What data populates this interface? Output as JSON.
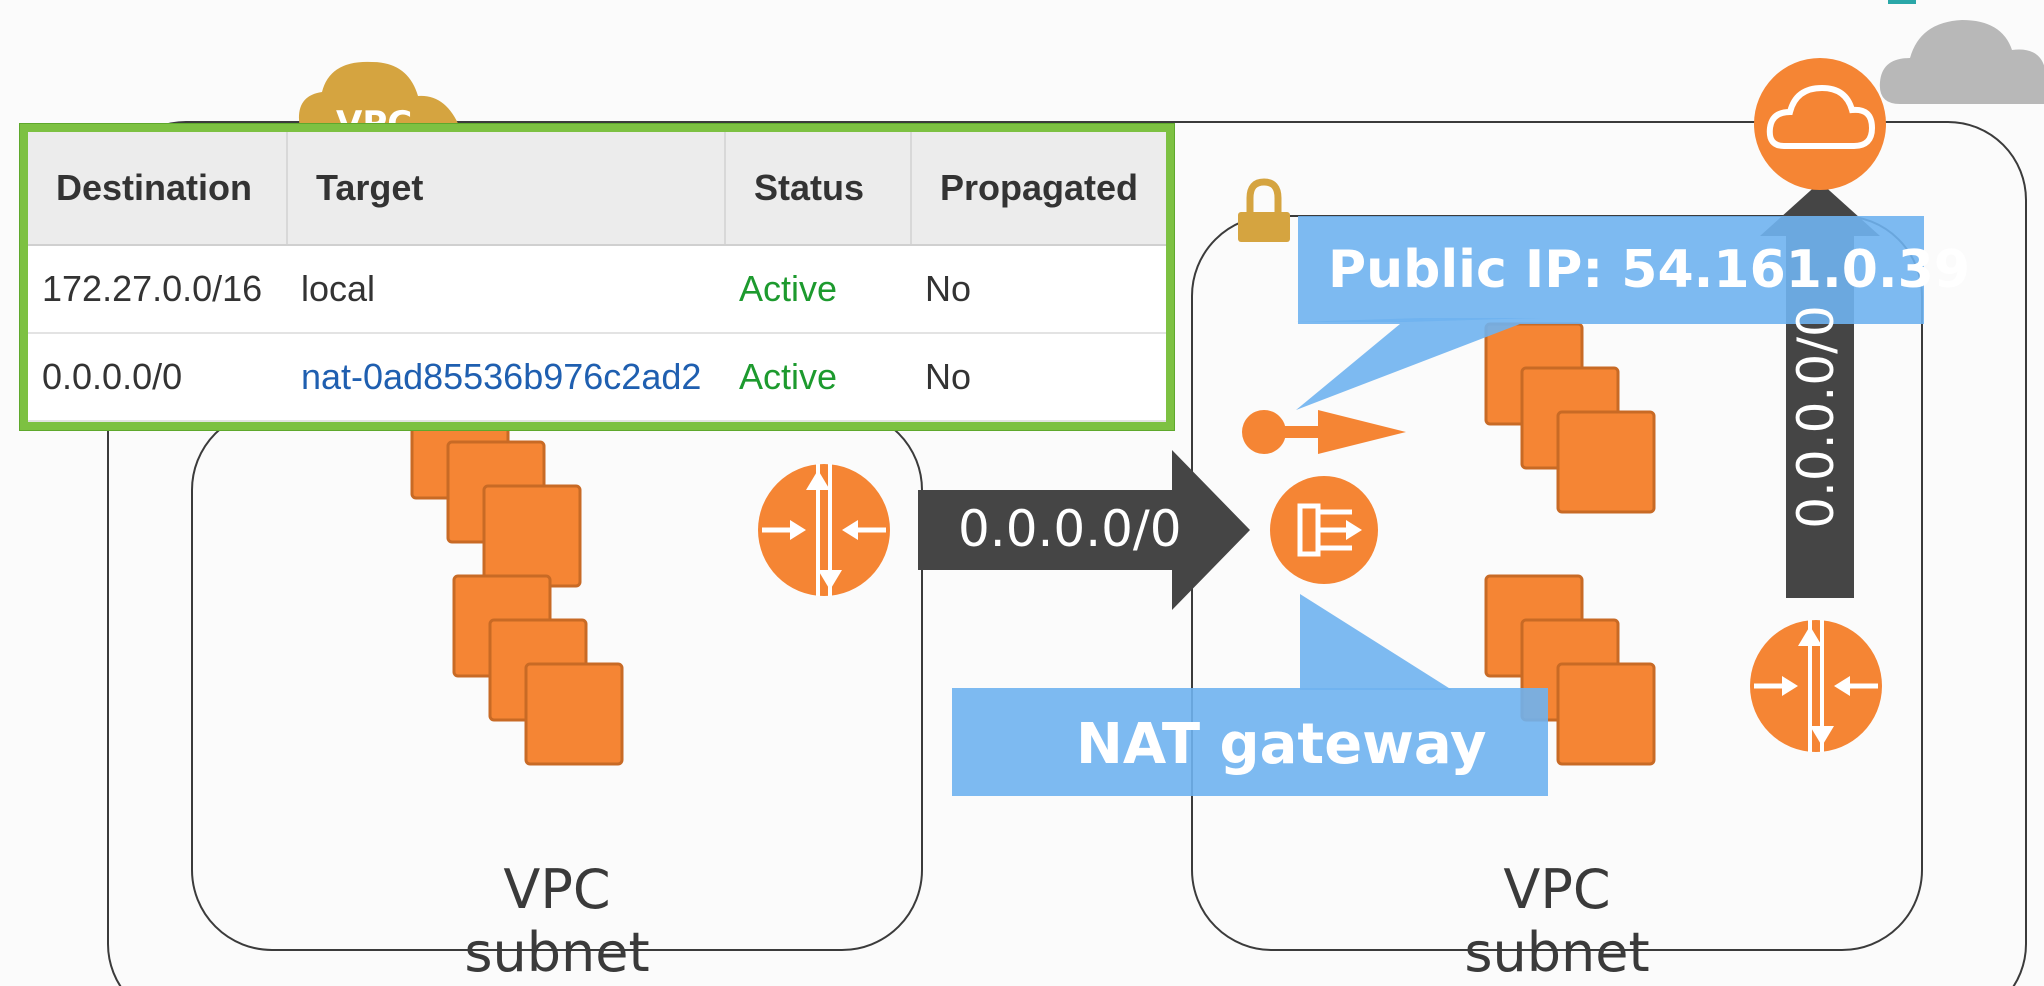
{
  "diagram": {
    "vpc_badge": "VPC",
    "subnet_left_label": "VPC subnet",
    "subnet_right_label": "VPC subnet",
    "nat_arrow_label": "0.0.0.0/0",
    "igw_arrow_label": "0.0.0.0/0",
    "public_ip_callout": "Public IP: 54.161.0.39",
    "nat_gateway_callout": "NAT gateway",
    "colors": {
      "aws_orange": "#f58534",
      "callout_blue": "#6fb3ef",
      "arrow_dark": "#454545",
      "lock_gold": "#d5a440",
      "table_border_green": "#7dc142",
      "status_green": "#1d9a2e",
      "link_blue": "#1f5fb0"
    },
    "icons": [
      "vpc-cloud-icon",
      "internet-cloud-icon",
      "internet-gateway-icon",
      "router-icon",
      "nat-gateway-icon",
      "elastic-ip-icon",
      "lock-icon",
      "instance-stack-icon"
    ]
  },
  "route_table": {
    "headers": [
      "Destination",
      "Target",
      "Status",
      "Propagated"
    ],
    "rows": [
      {
        "destination": "172.27.0.0/16",
        "target": "local",
        "status": "Active",
        "propagated": "No"
      },
      {
        "destination": "0.0.0.0/0",
        "target": "nat-0ad85536b976c2ad2",
        "status": "Active",
        "propagated": "No"
      }
    ]
  }
}
